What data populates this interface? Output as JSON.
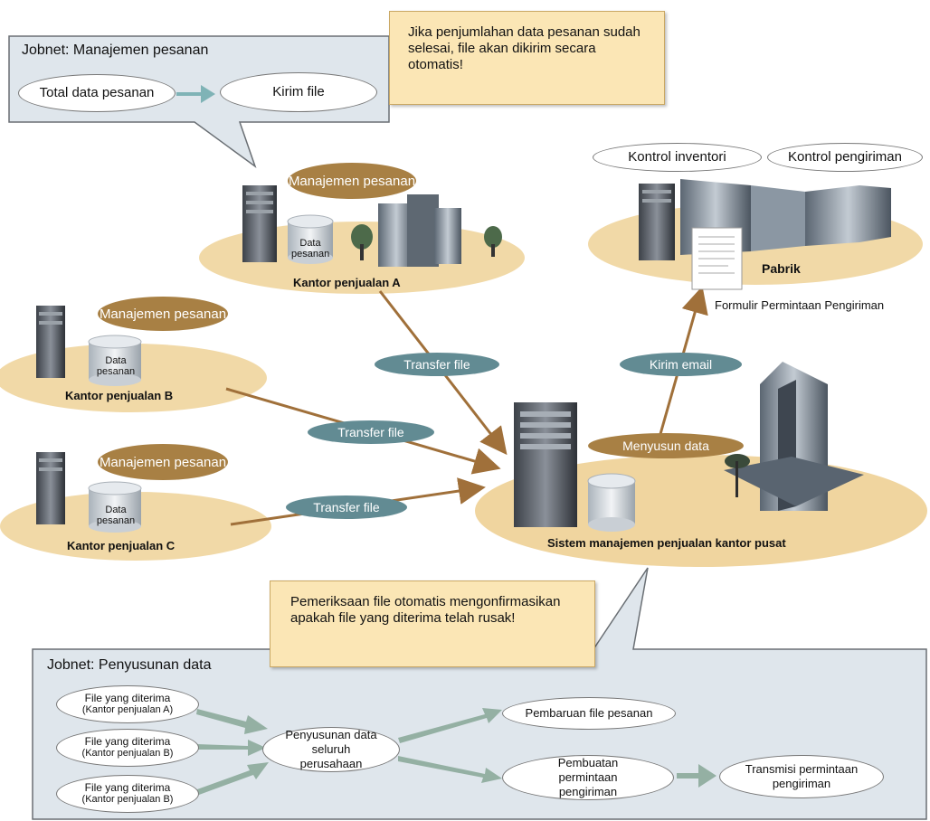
{
  "top_panel": {
    "title": "Jobnet: Manajemen pesanan",
    "step1": "Total data pesanan",
    "step2": "Kirim file"
  },
  "top_note": "Jika penjumlahan data pesanan sudah selesai, file akan dikirim secara otomatis!",
  "factory": {
    "tag1": "Kontrol inventori",
    "tag2": "Kontrol pengiriman",
    "label": "Pabrik",
    "form_label": "Formulir Permintaan Pengiriman"
  },
  "branch_a": {
    "badge": "Manajemen pesanan",
    "db": "Data pesanan",
    "label": "Kantor penjualan A"
  },
  "branch_b": {
    "badge": "Manajemen pesanan",
    "db": "Data pesanan",
    "label": "Kantor penjualan B"
  },
  "branch_c": {
    "badge": "Manajemen pesanan",
    "db": "Data pesanan",
    "label": "Kantor penjualan C"
  },
  "transfer_a": "Transfer file",
  "transfer_b": "Transfer file",
  "transfer_c": "Transfer file",
  "send_email": "Kirim email",
  "hq": {
    "badge": "Menyusun data",
    "label": "Sistem manajemen penjualan kantor pusat"
  },
  "bottom_note": "Pemeriksaan file otomatis mengonfirmasikan apakah file yang diterima telah rusak!",
  "bottom_panel": {
    "title": "Jobnet: Penyusunan data",
    "recv_a_line1": "File yang diterima",
    "recv_a_line2": "(Kantor penjualan A)",
    "recv_b_line1": "File yang diterima",
    "recv_b_line2": "(Kantor penjualan B)",
    "recv_c_line1": "File yang diterima",
    "recv_c_line2": "(Kantor penjualan B)",
    "compile": "Penyusunan data seluruh perusahaan",
    "update": "Pembaruan file pesanan",
    "create": "Pembuatan permintaan pengiriman",
    "transmit": "Transmisi permintaan pengiriman"
  },
  "colors": {
    "panel_fill": "#dfe6ec",
    "panel_stroke": "#6a6f74",
    "note_fill": "#fbe6b5",
    "badge_brown": "#a88044",
    "badge_teal": "#628b93",
    "arrow_brown": "#a0703a",
    "arrow_green": "#94b0a3",
    "arrow_teal": "#7fb3b6"
  }
}
